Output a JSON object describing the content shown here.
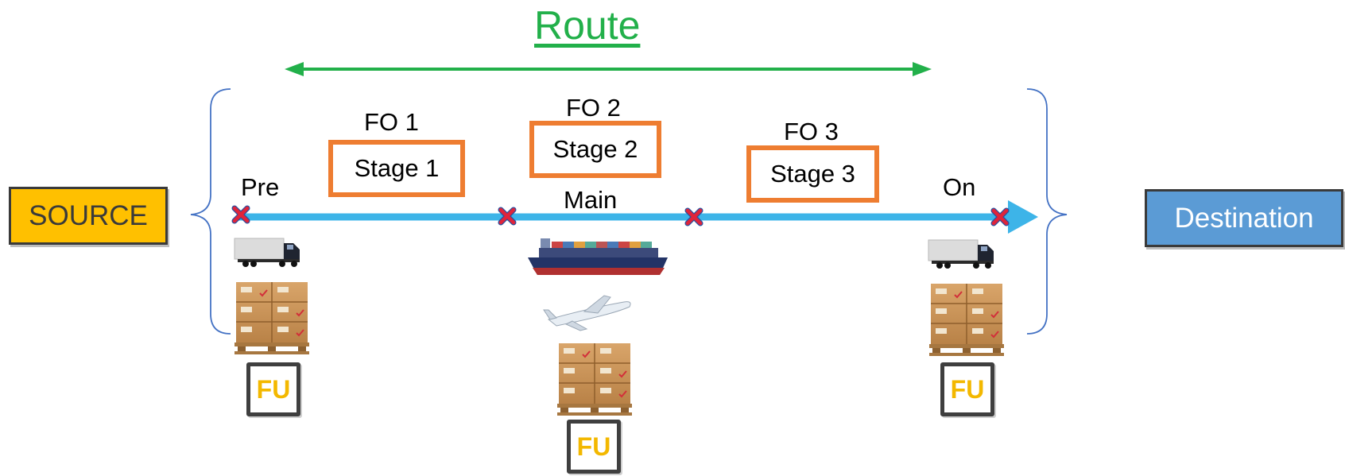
{
  "route": {
    "title": "Route"
  },
  "source": {
    "label": "SOURCE",
    "color": "#ffc000"
  },
  "destination": {
    "label": "Destination",
    "color": "#5b9bd5"
  },
  "legs": [
    {
      "leg_label": "Pre",
      "fo_label": "FO 1",
      "stage_label": "Stage 1"
    },
    {
      "leg_label": "Main",
      "fo_label": "FO 2",
      "stage_label": "Stage 2"
    },
    {
      "leg_label": "",
      "fo_label": "FO 3",
      "stage_label": "Stage 3"
    },
    {
      "leg_label": "On",
      "fo_label": "",
      "stage_label": ""
    }
  ],
  "freight_units": [
    "FU",
    "FU",
    "FU"
  ],
  "colors": {
    "route_arrow": "#22b04a",
    "main_line": "#3db4e8",
    "stage_border": "#ee7d31",
    "marker": "#e0243a",
    "fu_text": "#f3b800"
  },
  "icons": [
    "truck-icon",
    "container-ship-icon",
    "airplane-icon",
    "pallet-boxes-icon",
    "stop-marker-icon"
  ]
}
